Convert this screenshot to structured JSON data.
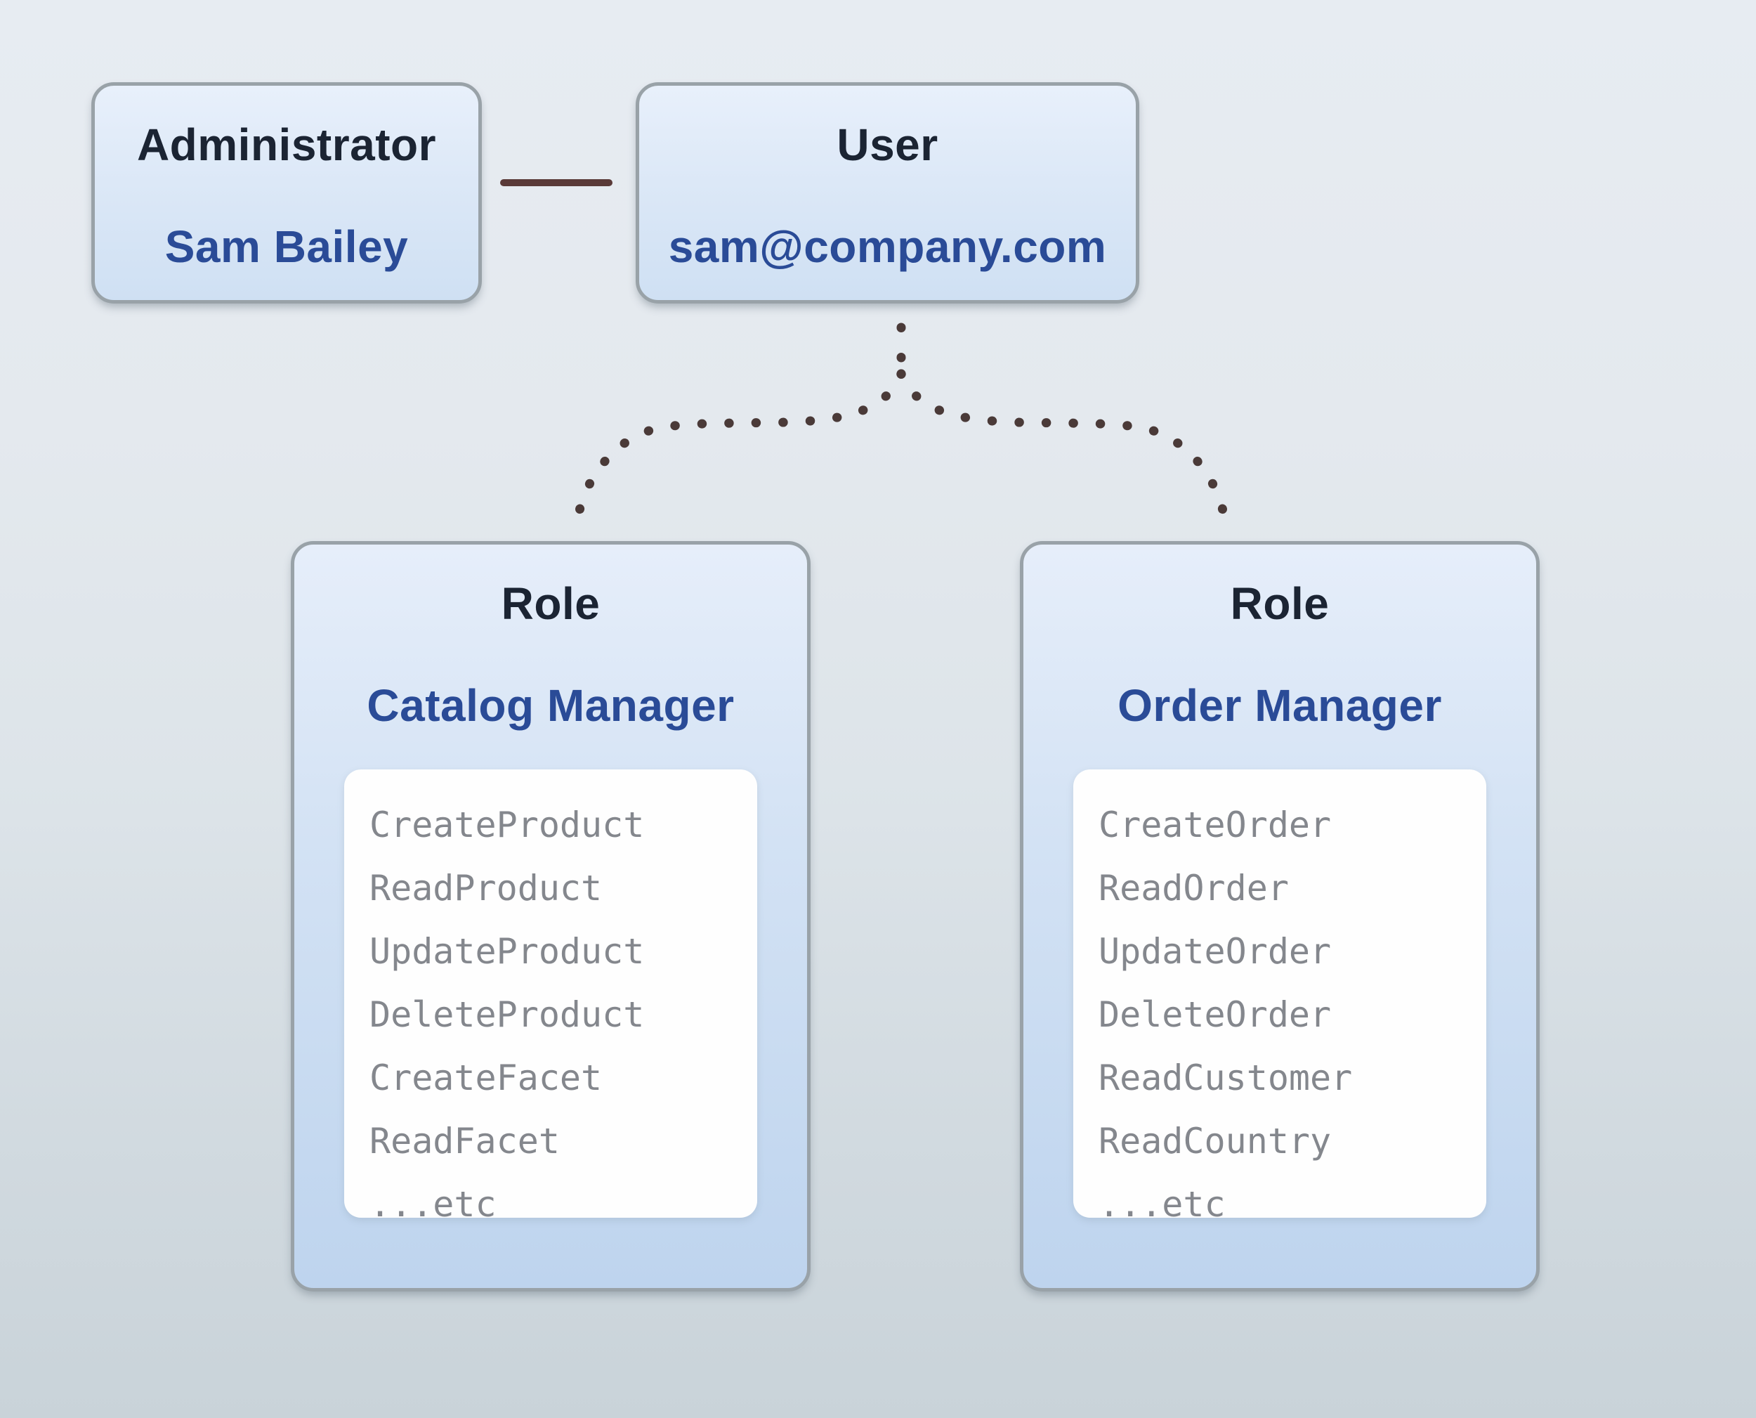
{
  "diagram": {
    "admin_card": {
      "title": "Administrator",
      "name": "Sam Bailey"
    },
    "user_card": {
      "title": "User",
      "email": "sam@company.com"
    },
    "roles": [
      {
        "title": "Role",
        "name": "Catalog Manager",
        "permissions": [
          "CreateProduct",
          "ReadProduct",
          "UpdateProduct",
          "DeleteProduct",
          "CreateFacet",
          "ReadFacet",
          "...etc"
        ]
      },
      {
        "title": "Role",
        "name": "Order Manager",
        "permissions": [
          "CreateOrder",
          "ReadOrder",
          "UpdateOrder",
          "DeleteOrder",
          "ReadCustomer",
          "ReadCountry",
          "...etc"
        ]
      }
    ],
    "colors": {
      "title": "#1b2433",
      "navy": "#2a4b97",
      "mono-gray": "#84878d",
      "card-border": "#99a2a8",
      "link": "#5a3a38",
      "dot": "#4a3a38",
      "bg-top": "#e7ecf2",
      "bg-bottom": "#c9d3d9"
    }
  }
}
